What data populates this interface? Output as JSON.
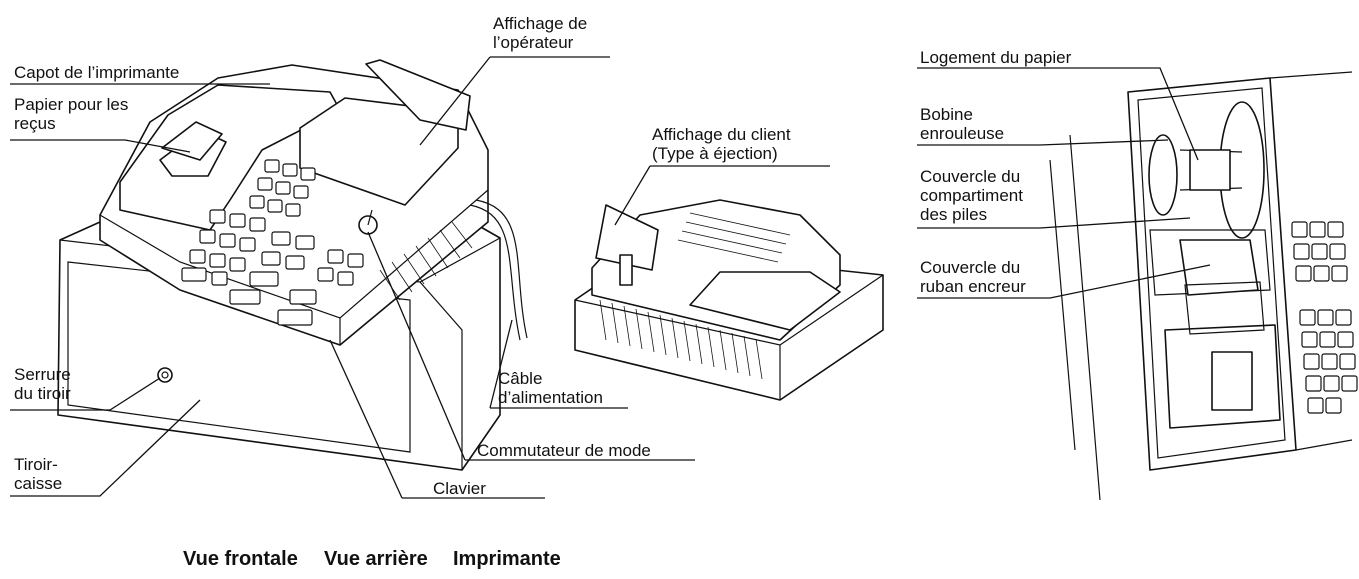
{
  "front_labels": {
    "printer_cover": "Capot de l’imprimante",
    "receipt_paper": "Papier pour les\nreçus",
    "operator_display": "Affichage de\nl’opérateur",
    "drawer_lock": "Serrure\ndu tiroir",
    "cash_drawer": "Tiroir-\ncaisse",
    "keyboard": "Clavier",
    "mode_switch": "Commutateur de mode"
  },
  "rear_labels": {
    "customer_display": "Affichage du client\n(Type à éjection)",
    "power_cord": "Câble\nd’alimentation"
  },
  "printer_labels": {
    "paper_housing": "Logement du papier",
    "take_up_spool": "Bobine\nenrouleuse",
    "battery_cover": "Couvercle du\ncompartiment\ndes piles",
    "ink_ribbon_cover": "Couvercle du\nruban encreur"
  },
  "captions": {
    "front_view": "Vue frontale",
    "rear_view": "Vue arrière",
    "printer": "Imprimante"
  }
}
